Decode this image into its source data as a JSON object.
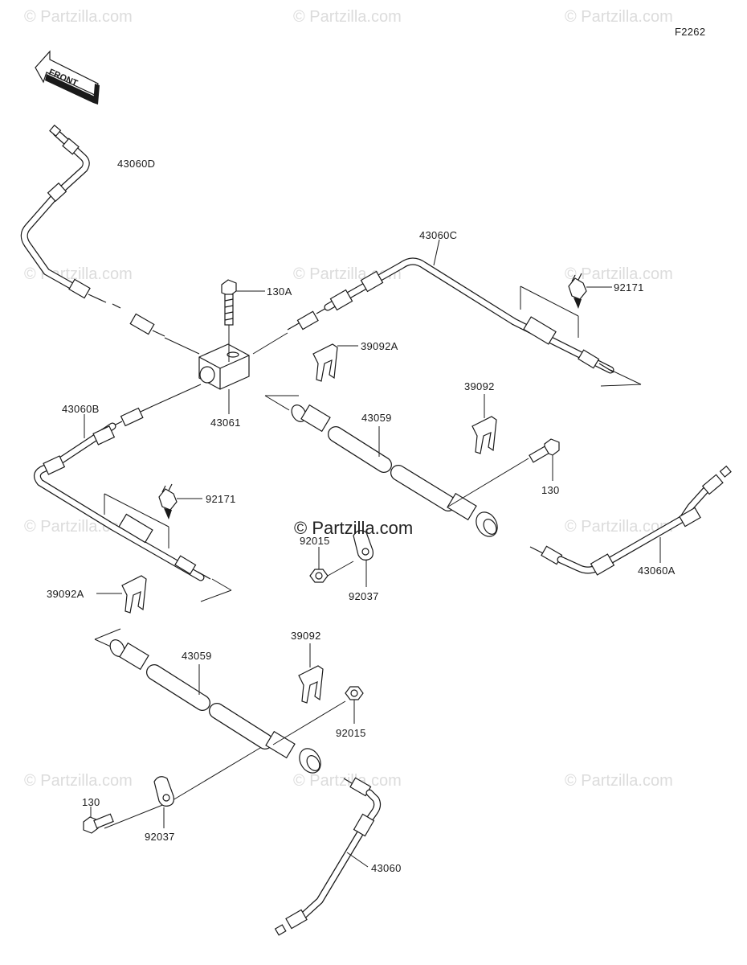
{
  "diagram_code": "F2262",
  "front_label": "FRONT",
  "watermark_text": "© Partzilla.com",
  "center_watermark": "© Partzilla.com",
  "parts": [
    {
      "id": "p-43060D",
      "label": "43060D"
    },
    {
      "id": "p-130A",
      "label": "130A"
    },
    {
      "id": "p-43060C",
      "label": "43060C"
    },
    {
      "id": "p-92171-top",
      "label": "92171"
    },
    {
      "id": "p-39092A-top",
      "label": "39092A"
    },
    {
      "id": "p-43060B",
      "label": "43060B"
    },
    {
      "id": "p-43061",
      "label": "43061"
    },
    {
      "id": "p-43059-top",
      "label": "43059"
    },
    {
      "id": "p-39092-top",
      "label": "39092"
    },
    {
      "id": "p-92171-left",
      "label": "92171"
    },
    {
      "id": "p-130-right",
      "label": "130"
    },
    {
      "id": "p-92015-mid",
      "label": "92015"
    },
    {
      "id": "p-92037-mid",
      "label": "92037"
    },
    {
      "id": "p-43060A",
      "label": "43060A"
    },
    {
      "id": "p-39092A-left",
      "label": "39092A"
    },
    {
      "id": "p-43059-bottom",
      "label": "43059"
    },
    {
      "id": "p-39092-bottom",
      "label": "39092"
    },
    {
      "id": "p-92015-bottom",
      "label": "92015"
    },
    {
      "id": "p-130-bottom",
      "label": "130"
    },
    {
      "id": "p-92037-bottom",
      "label": "92037"
    },
    {
      "id": "p-43060",
      "label": "43060"
    }
  ]
}
